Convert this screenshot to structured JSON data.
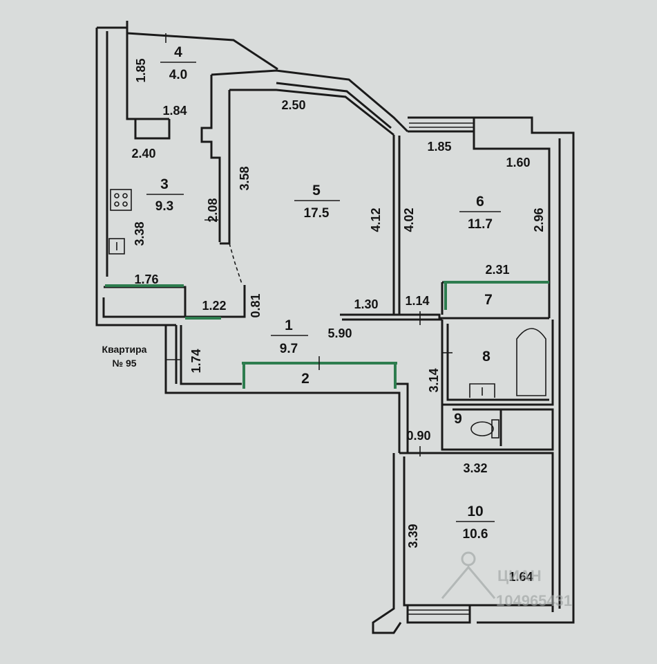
{
  "colors": {
    "background": "#d9dcdb",
    "wall": "#1a1a1a",
    "door_accent": "#2e7d4f"
  },
  "icons": [
    "stove-icon",
    "sink-icon",
    "bathtub-icon",
    "toilet-icon",
    "washbasin-icon",
    "watermark-pin-icon"
  ],
  "apartment_note": {
    "line1": "Квартира",
    "line2": "№ 95"
  },
  "rooms": [
    {
      "number": "1",
      "area": "9.7"
    },
    {
      "number": "2",
      "area": ""
    },
    {
      "number": "3",
      "area": "9.3"
    },
    {
      "number": "4",
      "area": "4.0"
    },
    {
      "number": "5",
      "area": "17.5"
    },
    {
      "number": "6",
      "area": "11.7"
    },
    {
      "number": "7",
      "area": ""
    },
    {
      "number": "8",
      "area": ""
    },
    {
      "number": "9",
      "area": ""
    },
    {
      "number": "10",
      "area": "10.6"
    }
  ],
  "dimensions": {
    "r4_side": "1.85",
    "r4_bottom": "1.84",
    "r5_top": "2.50",
    "r3_top": "2.40",
    "r5_left": "3.58",
    "r5_left_lower": "2.08",
    "r3_side": "3.38",
    "r5_right": "4.12",
    "r6_left": "4.02",
    "r6_top": "1.85",
    "r6_top_right": "1.60",
    "r6_right": "2.96",
    "r7_top": "2.31",
    "niche_top": "1.76",
    "closet_width": "1.22",
    "door_gap": "0.81",
    "hall_partition": "1.30",
    "hall_partition2": "1.14",
    "hall_length": "5.90",
    "entry_side": "1.74",
    "corridor_side": "3.14",
    "corridor_width": "0.90",
    "r10_top": "3.32",
    "r10_left": "3.39",
    "r10_bottom": "1.64"
  },
  "watermark": {
    "brand": "ЦИАН",
    "id": "104965431"
  }
}
